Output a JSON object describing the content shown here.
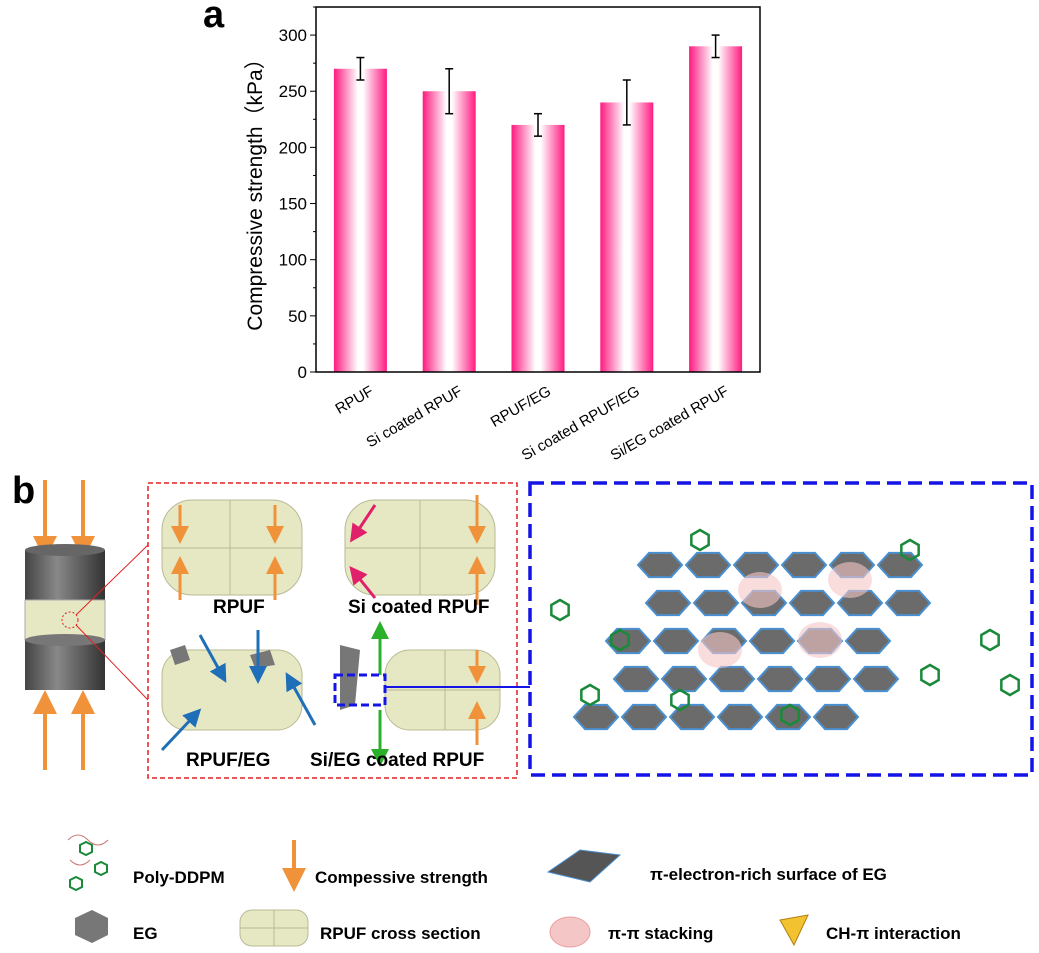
{
  "panels": {
    "a": "a",
    "b": "b"
  },
  "chart_data": {
    "type": "bar",
    "title": "",
    "xlabel": "",
    "ylabel": "Compressive strength（kPa）",
    "categories": [
      "RPUF",
      "Si coated RPUF",
      "RPUF/EG",
      "Si coated RPUF/EG",
      "Si/EG coated RPUF"
    ],
    "values": [
      270,
      250,
      220,
      240,
      290
    ],
    "errors": [
      10,
      20,
      10,
      20,
      10
    ],
    "ylim": [
      0,
      325
    ],
    "yticks": [
      0,
      50,
      100,
      150,
      200,
      250,
      300
    ],
    "grid": false,
    "bar_color": "#ff1a80"
  },
  "diagram": {
    "labels": [
      "RPUF",
      "Si coated RPUF",
      "RPUF/EG",
      "Si/EG coated RPUF"
    ],
    "colors": {
      "compression_arrow": "#f0923a",
      "red_box": "#e02020",
      "blue_box": "#1414e6",
      "green_arrow": "#2bb02b",
      "blue_arrow": "#1f6fb8",
      "pink_arrow": "#e0206a",
      "foam": "#e6e8c4"
    }
  },
  "legend": [
    {
      "icon": "poly-ddpm-icon",
      "label": "Poly-DDPM"
    },
    {
      "icon": "orange-arrow-icon",
      "label": "Compessive strength"
    },
    {
      "icon": "eg-surface-icon",
      "label": "π-electron-rich surface of EG"
    },
    {
      "icon": "eg-hexagon-icon",
      "label": "EG"
    },
    {
      "icon": "rpuf-cross-section-icon",
      "label": "RPUF cross section"
    },
    {
      "icon": "pi-pi-stacking-icon",
      "label": "π-π stacking"
    },
    {
      "icon": "ch-pi-triangle-icon",
      "label": "CH-π interaction"
    }
  ]
}
